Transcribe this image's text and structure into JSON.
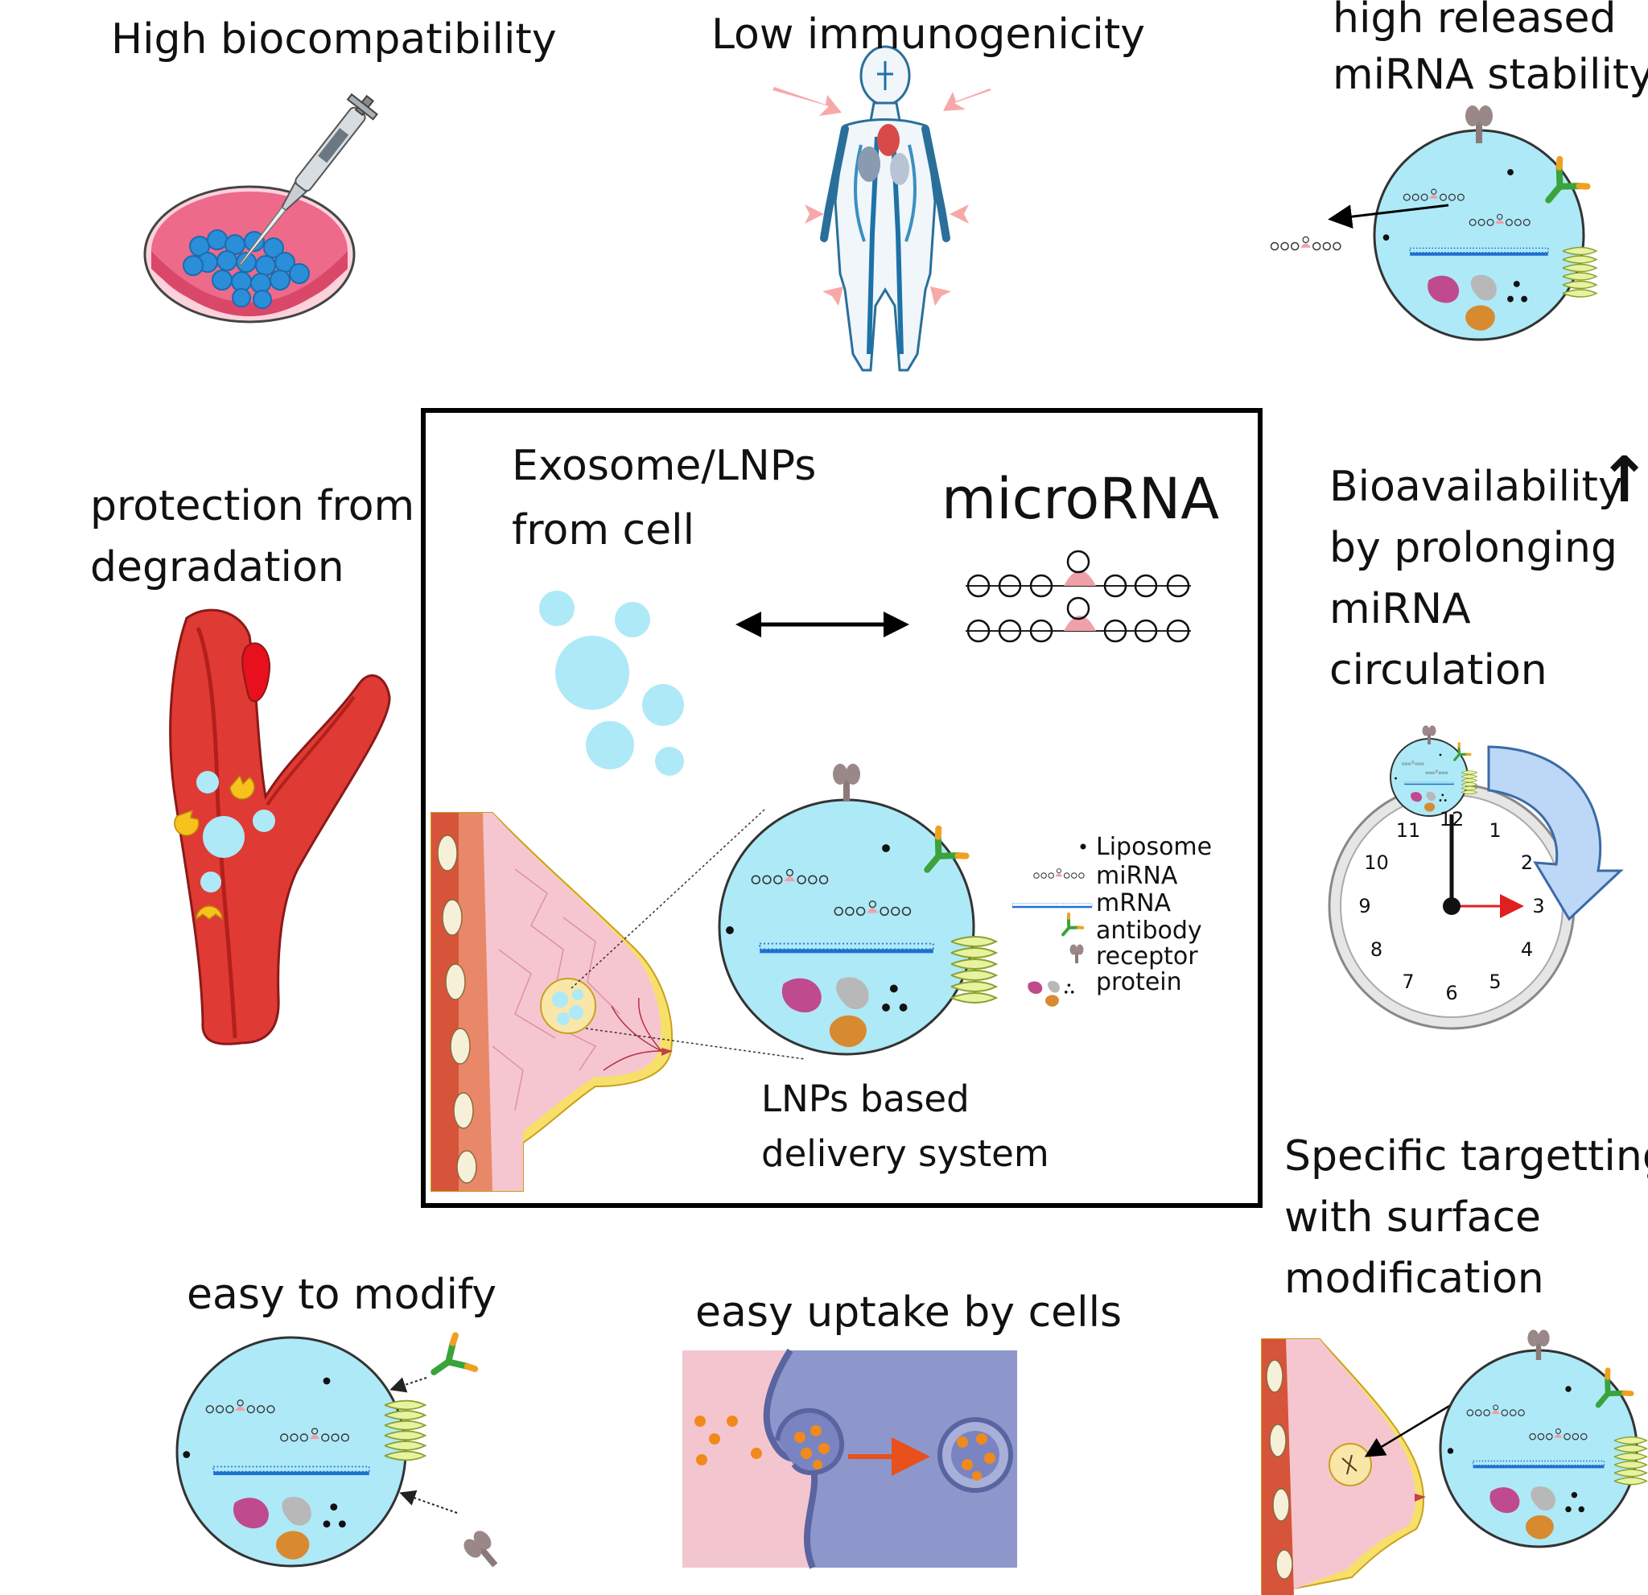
{
  "features": {
    "biocompatibility": "High biocompatibility",
    "immunogenicity": "Low immunogenicity",
    "stability_line1": "high released",
    "stability_line2": "miRNA stability",
    "protection_line1": "protection from",
    "protection_line2": "degradation",
    "bioavailability_line1": "Bioavailability",
    "bioavailability_arrow": "↑",
    "bioavailability_line2": "by prolonging",
    "bioavailability_line3": "miRNA",
    "bioavailability_line4": "circulation",
    "modify": "easy to modify",
    "uptake": "easy uptake by cells",
    "targeting_line1": "Specific targetting",
    "targeting_line2": "with surface",
    "targeting_line3": "modification"
  },
  "center": {
    "exosome_line1": "Exosome/LNPs",
    "exosome_line2": "from cell",
    "microrna": "microRNA",
    "lnp_line1": "LNPs based",
    "lnp_line2": "delivery system"
  },
  "legend": {
    "items": [
      "Liposome",
      "miRNA",
      "mRNA",
      "antibody",
      "receptor",
      "protein"
    ]
  },
  "clock": {
    "numbers": [
      "12",
      "1",
      "2",
      "3",
      "4",
      "5",
      "6",
      "7",
      "8",
      "9",
      "10",
      "11"
    ]
  },
  "colors": {
    "lnp_fill": "#aee9f7",
    "vessel_red": "#e03a35",
    "petri_pink": "#e8587a",
    "cell_blue": "#2a8fd8",
    "arrow_pink": "#f7a8a8",
    "uptake_blue": "#8d97cc",
    "uptake_pink": "#f3c6cf",
    "particle_orange": "#f08a1c"
  }
}
